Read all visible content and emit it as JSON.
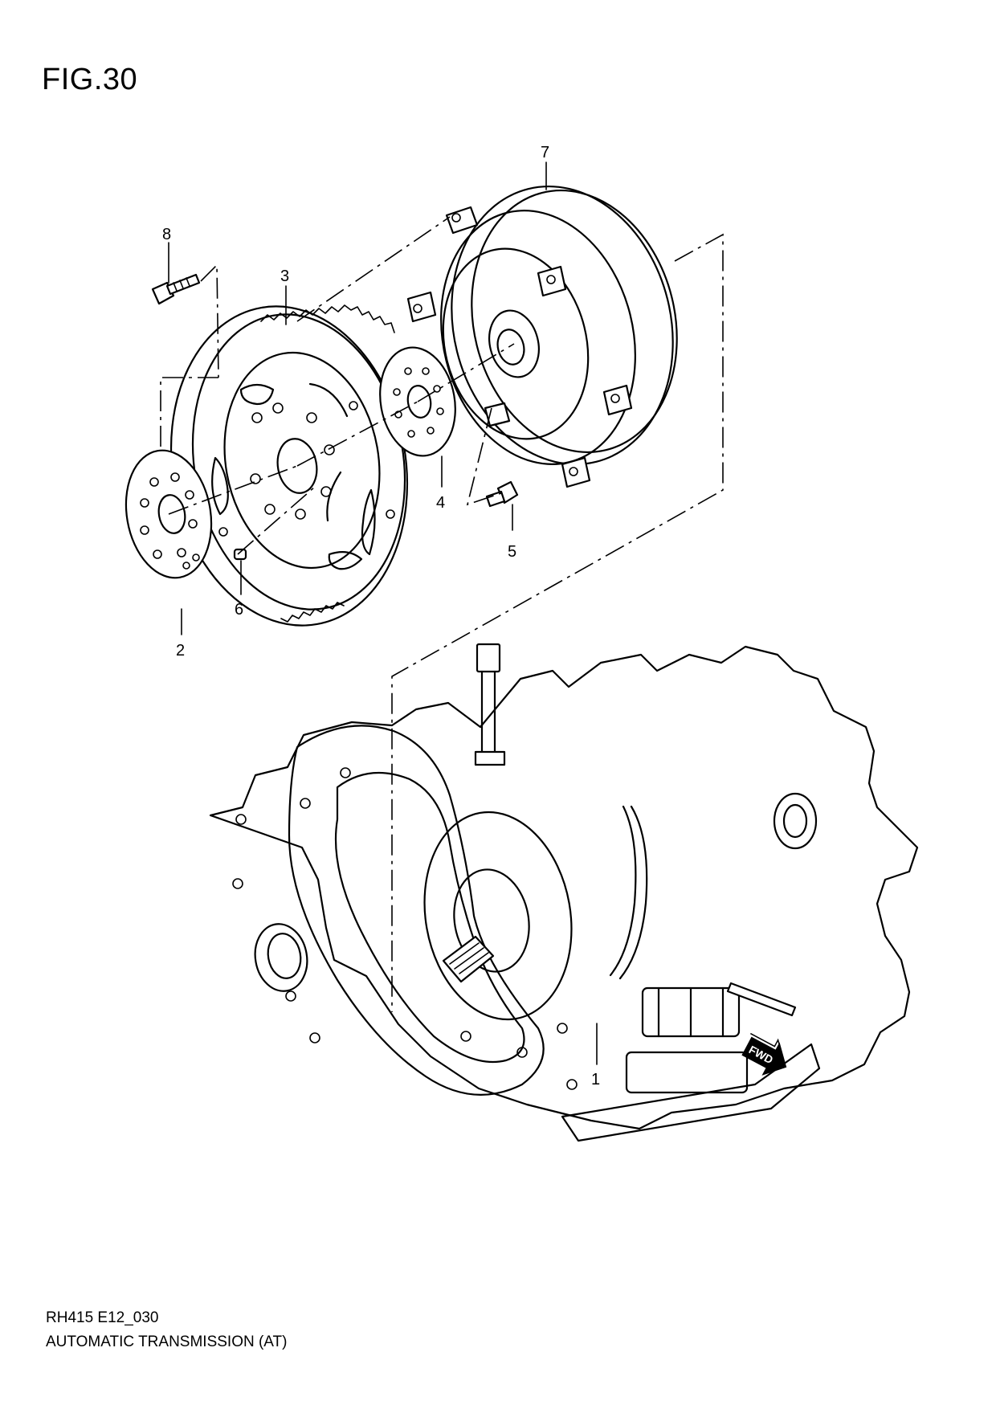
{
  "figure": {
    "title": "FIG.30"
  },
  "footer": {
    "code": "RH415 E12_030",
    "name": "AUTOMATIC TRANSMISSION (AT)"
  },
  "callouts": [
    {
      "id": "1",
      "label": "1"
    },
    {
      "id": "2",
      "label": "2"
    },
    {
      "id": "3",
      "label": "3"
    },
    {
      "id": "4",
      "label": "4"
    },
    {
      "id": "5",
      "label": "5"
    },
    {
      "id": "6",
      "label": "6"
    },
    {
      "id": "7",
      "label": "7"
    },
    {
      "id": "8",
      "label": "8"
    }
  ],
  "fwd_badge": {
    "label": "FWD",
    "icon": "fwd-arrow-icon"
  }
}
